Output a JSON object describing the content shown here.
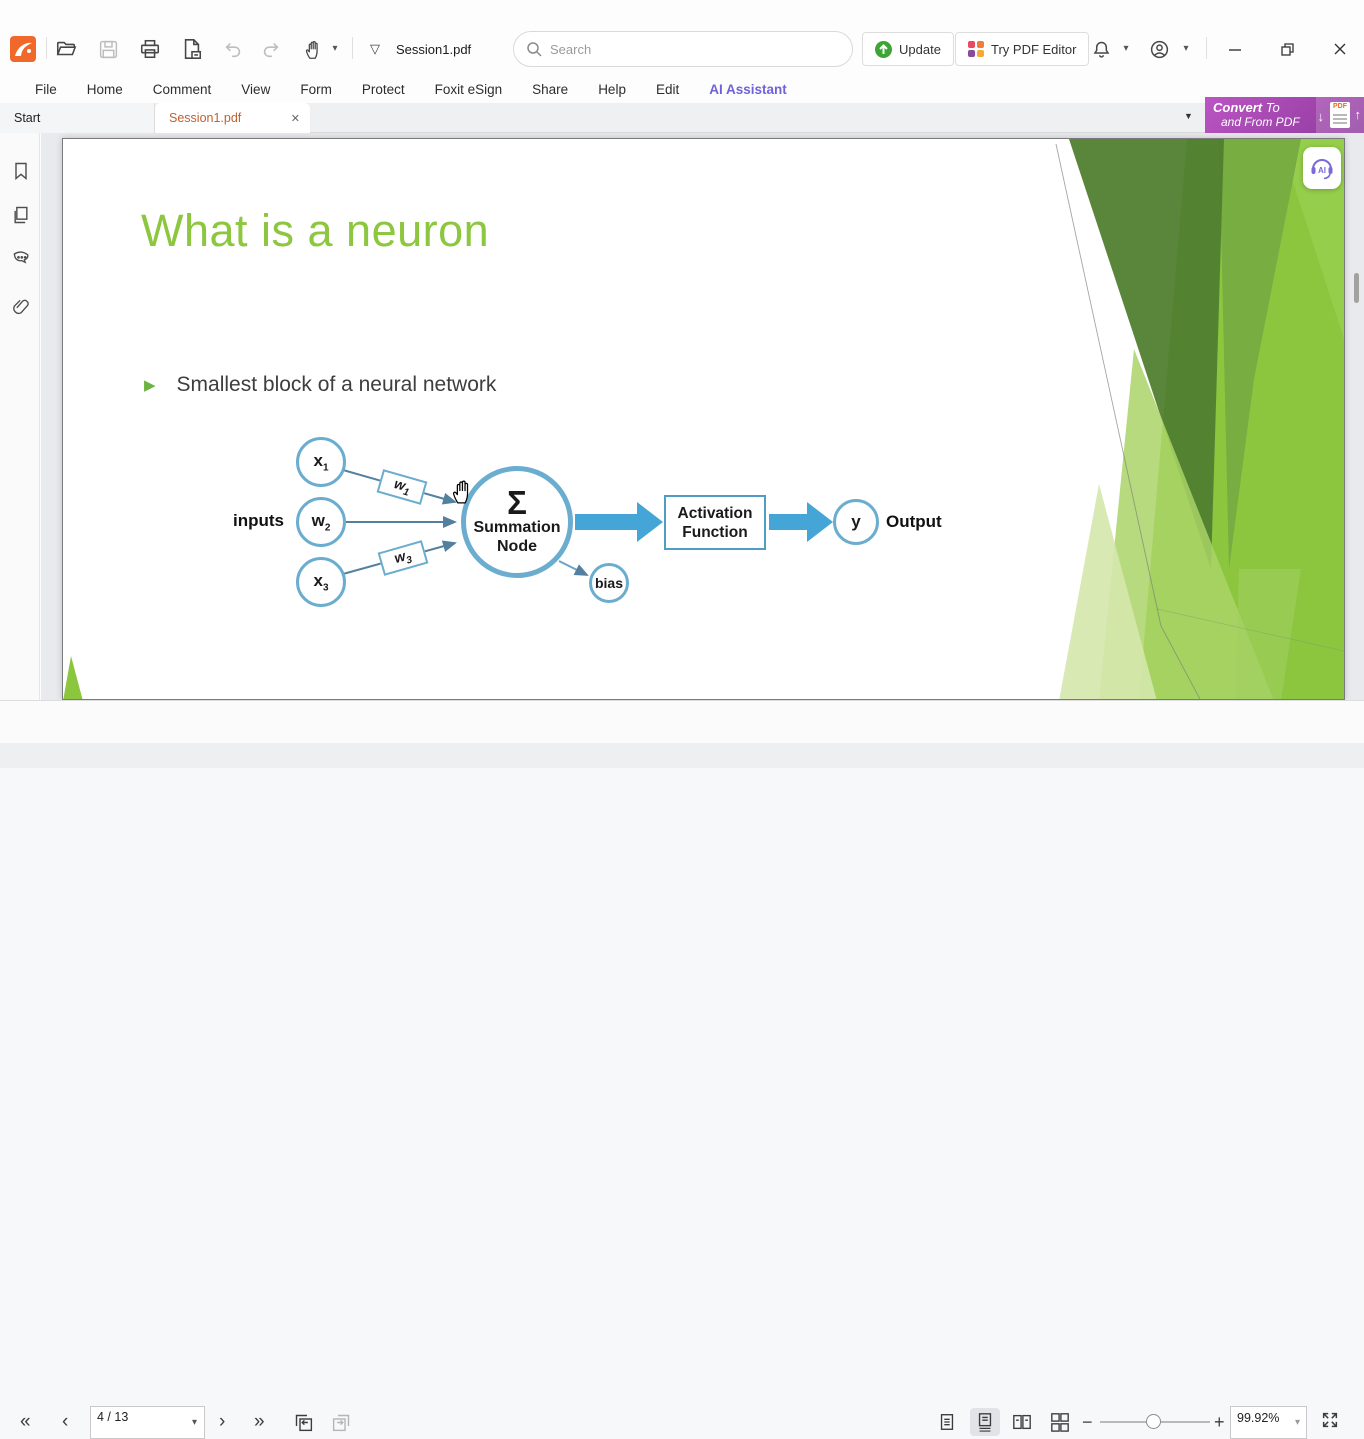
{
  "titlebar": {
    "filename": "Session1.pdf",
    "search_placeholder": "Search",
    "update_label": "Update",
    "try_editor_label": "Try PDF Editor"
  },
  "menu": {
    "items": [
      "File",
      "Home",
      "Comment",
      "View",
      "Form",
      "Protect",
      "Foxit eSign",
      "Share",
      "Help",
      "Edit",
      "AI Assistant"
    ]
  },
  "tabs": {
    "start": "Start",
    "doc": "Session1.pdf"
  },
  "banner": {
    "bold": "Convert",
    "rest": " To",
    "line2": "and From PDF",
    "badge": "PDF"
  },
  "glyphs": {
    "caret_down": "▾",
    "tab_overflow": "▼",
    "doc_dropdown": "▽",
    "close": "✕",
    "bullet_triangle": "▶",
    "panel_expand": "▶",
    "nav_first": "«",
    "nav_prev": "‹",
    "nav_next": "›",
    "nav_last": "»",
    "minus": "−",
    "plus": "+",
    "arrow_down": "↓",
    "arrow_up": "↑"
  },
  "slide": {
    "title": "What is a neuron",
    "bullet": "Smallest block of a neural network",
    "diagram": {
      "inputs_label": "inputs",
      "node_x1": {
        "base": "x",
        "sub": "1"
      },
      "node_w2": {
        "base": "w",
        "sub": "2"
      },
      "node_x3": {
        "base": "x",
        "sub": "3"
      },
      "weight_w1": {
        "base": "w",
        "sub": "1"
      },
      "weight_w3": {
        "base": "w",
        "sub": "3"
      },
      "sigma": "Σ",
      "summation_line1": "Summation",
      "summation_line2": "Node",
      "bias": "bias",
      "activation_line1": "Activation",
      "activation_line2": "Function",
      "output_node": "y",
      "output_label": "Output"
    }
  },
  "ai_button": {
    "label": "AI"
  },
  "statusbar": {
    "page_indicator": "4 / 13",
    "zoom_value": "99.92%"
  },
  "colors": {
    "accent_green": "#8dc63f",
    "foxit_orange": "#f0682a",
    "ai_purple": "#6e62d9",
    "tab_text_orange": "#c2602f",
    "diagram_blue": "#45a5d7",
    "diagram_stroke": "#6badce",
    "banner_purple": "#9b44a8"
  }
}
